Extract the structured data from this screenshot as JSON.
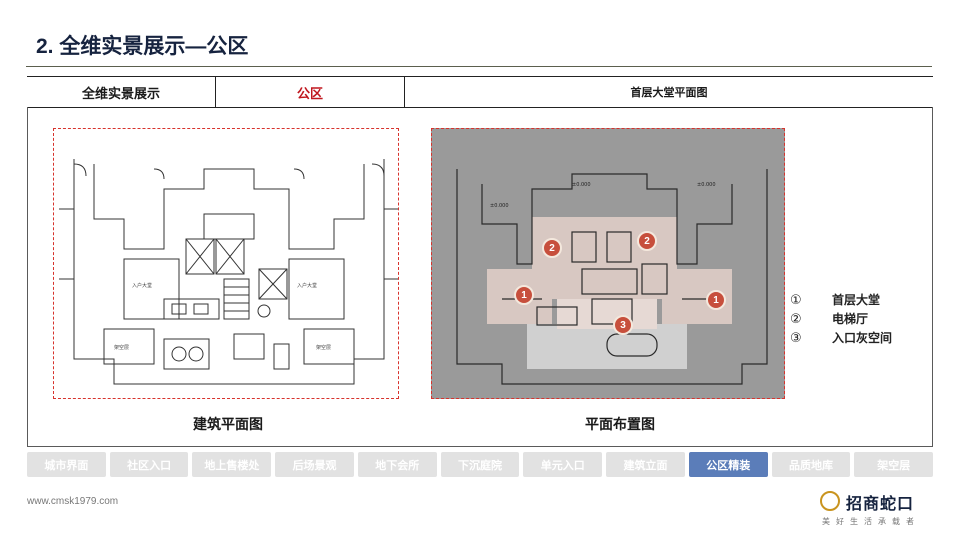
{
  "header": {
    "title": "2. 全维实景展示—公区"
  },
  "table_header": {
    "col1": "全维实景展示",
    "col2": "公区",
    "col3": "首层大堂平面图"
  },
  "left_panel": {
    "caption": "建筑平面图",
    "labels": [
      "入户大堂",
      "入户大堂",
      "架空层",
      "架空层"
    ]
  },
  "right_panel": {
    "caption": "平面布置图",
    "elevations": [
      "±0.000",
      "±0.000",
      "±0.000"
    ],
    "markers": [
      "1",
      "2",
      "2",
      "1",
      "3"
    ]
  },
  "legend": [
    {
      "num": "①",
      "label": "首层大堂"
    },
    {
      "num": "②",
      "label": "电梯厅"
    },
    {
      "num": "③",
      "label": "入口灰空间"
    }
  ],
  "nav": [
    {
      "label": "城市界面",
      "active": false
    },
    {
      "label": "社区入口",
      "active": false
    },
    {
      "label": "地上售楼处",
      "active": false
    },
    {
      "label": "后场景观",
      "active": false
    },
    {
      "label": "地下会所",
      "active": false
    },
    {
      "label": "下沉庭院",
      "active": false
    },
    {
      "label": "单元入口",
      "active": false
    },
    {
      "label": "建筑立面",
      "active": false
    },
    {
      "label": "公区精装",
      "active": true
    },
    {
      "label": "品质地库",
      "active": false
    },
    {
      "label": "架空层",
      "active": false
    }
  ],
  "footer": {
    "url": "www.cmsk1979.com",
    "brand": "招商蛇口",
    "slogan": "美好生活承载者"
  },
  "colors": {
    "accent_red": "#c0171e",
    "nav_active": "#5b7db9",
    "nav_inactive": "#e2e2e2",
    "title_navy": "#16233f"
  }
}
